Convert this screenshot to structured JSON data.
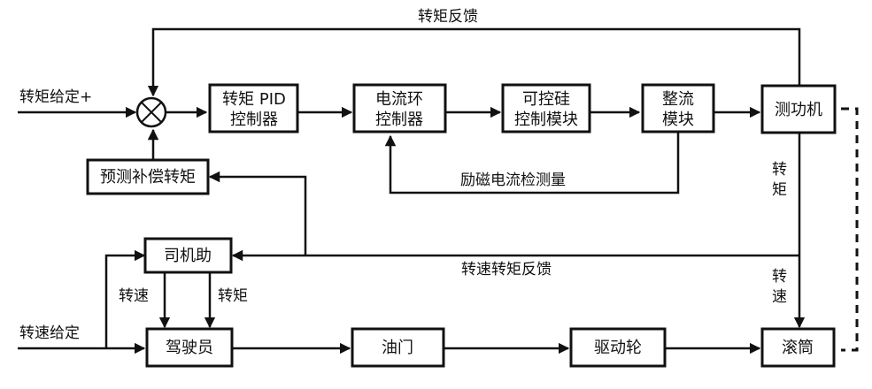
{
  "blocks": {
    "torque_pid": [
      "转矩 PID",
      "控制器"
    ],
    "current_loop": [
      "电流环",
      "控制器"
    ],
    "scr": [
      "可控硅",
      "控制模块"
    ],
    "rectifier": [
      "整流",
      "模块"
    ],
    "dynamometer": "测功机",
    "predict": "预测补偿转矩",
    "driver_aid": "司机助",
    "driver": "驾驶员",
    "throttle": "油门",
    "drive_wheel": "驱动轮",
    "drum": "滚筒"
  },
  "labels": {
    "torque_feedback": "转矩反馈",
    "torque_setpoint": "转矩给定+",
    "excitation_measure": "励磁电流检测量",
    "speed_torque_feedback": "转速转矩反馈",
    "speed_setpoint": "转速给定",
    "speed_left": "转速",
    "torque_left": "转矩",
    "torque_vertical": [
      "转",
      "矩"
    ],
    "speed_vertical": [
      "转",
      "速"
    ]
  }
}
